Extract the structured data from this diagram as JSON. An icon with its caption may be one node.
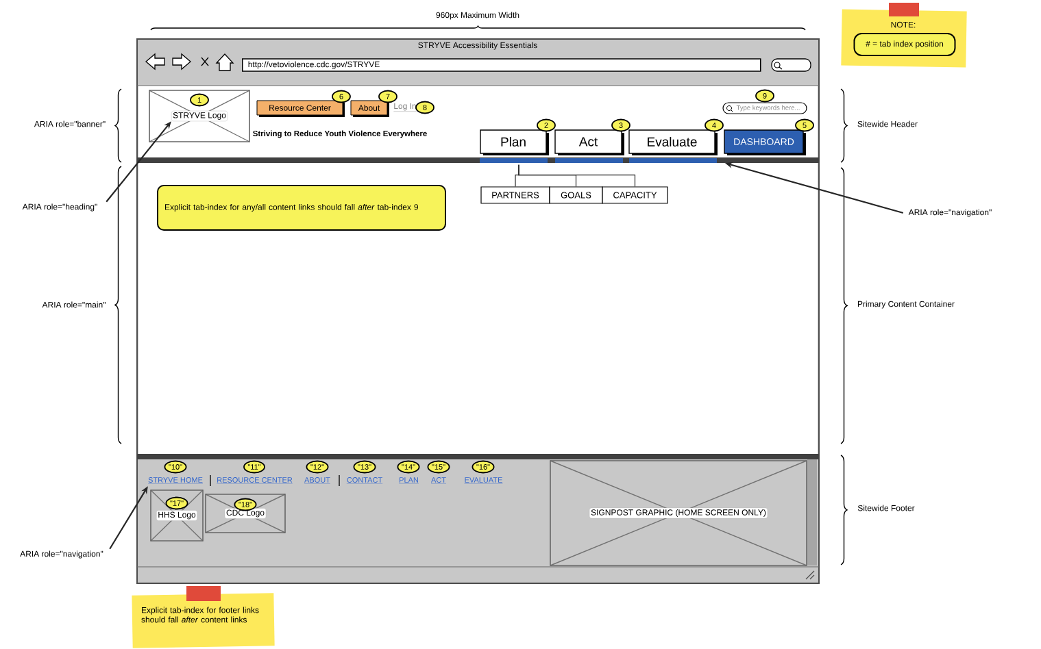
{
  "diagram": {
    "nodes": [
      {
        "text": [
          "STRYVE Logo"
        ]
      },
      {
        "text": [
          "Resource Center"
        ]
      },
      {
        "text": [
          "About"
        ]
      },
      {
        "text": [
          "Log In"
        ]
      },
      {
        "text": [
          "Type keywords here..."
        ]
      },
      {
        "text": [
          "Plan"
        ]
      },
      {
        "text": [
          "Act"
        ]
      },
      {
        "text": [
          "Evaluate"
        ]
      },
      {
        "text": [
          "DASHBOARD"
        ]
      },
      {
        "text": [],
        "shape": "bar"
      },
      {
        "text": [
          "PARTNERS"
        ]
      },
      {
        "text": [
          "GOALS"
        ]
      },
      {
        "text": [
          "CAPACITY"
        ]
      },
      {
        "text": [
          "Explicit tab-index for any/all content links should fall *after* tab-index 9"
        ]
      },
      {
        "text": [
          "STRYVE HOME"
        ]
      },
      {
        "text": [
          "RESOURCE CENTER"
        ]
      },
      {
        "text": [
          "ABOUT"
        ]
      },
      {
        "text": [
          "CONTACT"
        ]
      },
      {
        "text": [
          "PLAN"
        ]
      },
      {
        "text": [
          "ACT"
        ]
      },
      {
        "text": [
          "EVALUATE"
        ]
      },
      {
        "text": [
          "HHS Logo"
        ]
      },
      {
        "text": [
          "CDC Logo"
        ]
      },
      {
        "text": [
          "SIGNPOST GRAPHIC (HOME SCREEN ONLY)"
        ]
      },
      {
        "text": [
          "ARIA role=\"heading\""
        ]
      },
      {
        "text": [
          "ARIA role=\"navigation\""
        ]
      },
      {
        "text": [
          "ARIA role=\"navigation\""
        ]
      },
      {
        "text": [
          "NOTE:",
          "# = tab index position"
        ]
      },
      {
        "text": [
          "Explicit tab-index for footer links should fall *after* content links"
        ]
      }
    ],
    "edges": [
      {
        "from": 24,
        "to": 0,
        "arrow": "to"
      },
      {
        "from": 25,
        "to": 9,
        "arrow": "to"
      },
      {
        "from": 26,
        "to": 14,
        "arrow": "to"
      },
      {
        "from": 5,
        "to": 10,
        "arrow": "none"
      },
      {
        "from": 5,
        "to": 11,
        "arrow": "none"
      },
      {
        "from": 5,
        "to": 12,
        "arrow": "none"
      }
    ],
    "labels": [
      "960px Maximum Width",
      "STRYVE Accessibility Essentials",
      "http://vetoviolence.cdc.gov/STRYVE",
      "1",
      "6",
      "7",
      "8",
      "9",
      "ARIA role=\"banner\"",
      "Sitewide Header",
      "Striving to Reduce Youth Violence Everywhere",
      "2",
      "3",
      "4",
      "5",
      "ARIA role=\"main\"",
      "Primary Content Container",
      "\"10\"",
      "\"11\"",
      "\"12\"",
      "\"13\"",
      "\"14\"",
      "\"15\"",
      "\"16\"",
      "\"17\"",
      "\"18\"",
      "Sitewide Footer"
    ]
  }
}
